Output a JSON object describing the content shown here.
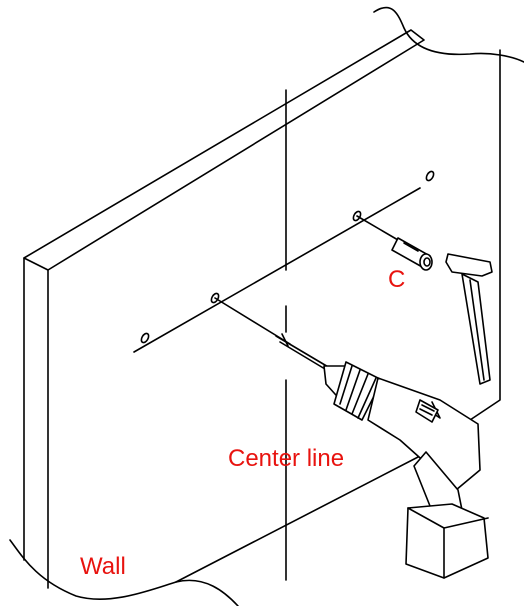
{
  "labels": {
    "c": "C",
    "center_line": "Center line",
    "wall": "Wall"
  },
  "colors": {
    "line": "#000000",
    "label": "#e8130f",
    "background": "#ffffff"
  },
  "icons": {
    "drill": "cordless-drill-icon",
    "hammer": "hammer-icon",
    "anchor": "wall-anchor-icon"
  }
}
